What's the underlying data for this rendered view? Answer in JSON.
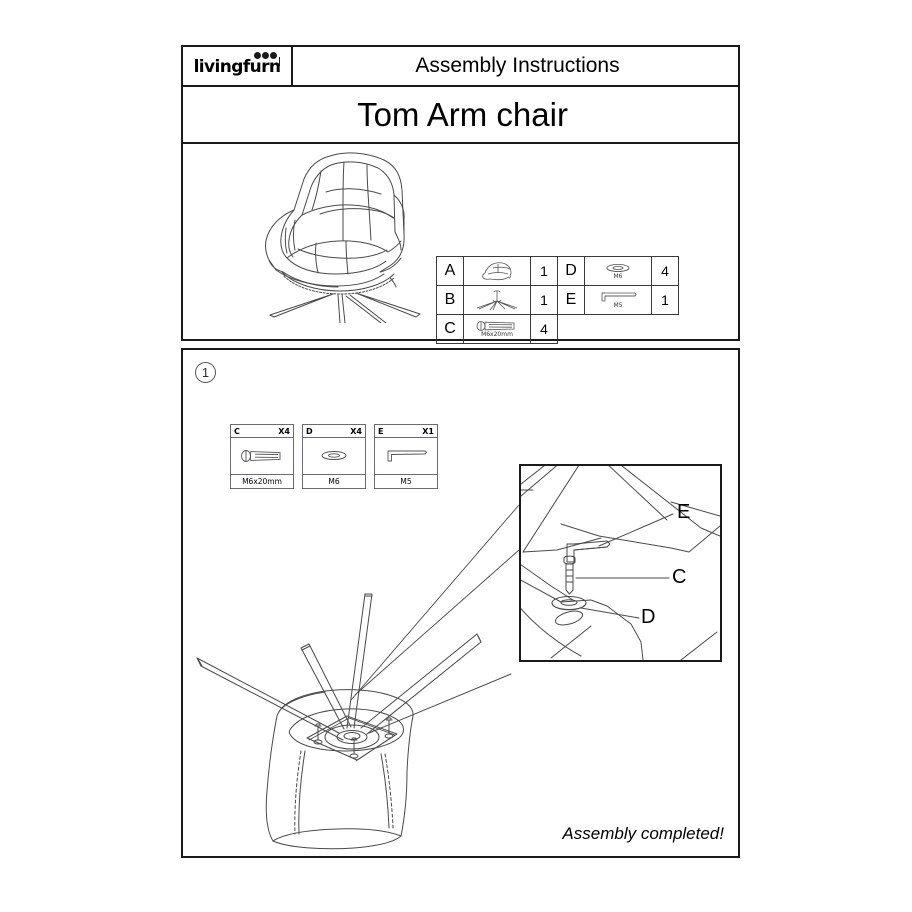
{
  "brand": {
    "logo_text": "livingfurn",
    "logo_icon": "three-dots-mark"
  },
  "header": {
    "title": "Assembly Instructions",
    "product_title": "Tom Arm chair"
  },
  "hero": {
    "illustration": "armchair-on-swivel-base-line-drawing"
  },
  "parts_table": {
    "rows": [
      {
        "key": "A",
        "figure": "armchair-seat-icon",
        "caption": "",
        "qty": "1"
      },
      {
        "key": "B",
        "figure": "four-star-base-icon",
        "caption": "",
        "qty": "1"
      },
      {
        "key": "C",
        "figure": "bolt-icon",
        "caption": "M6x20mm",
        "qty": "4"
      }
    ],
    "rows_right": [
      {
        "key": "D",
        "figure": "washer-icon",
        "caption": "M6",
        "qty": "4"
      },
      {
        "key": "E",
        "figure": "allen-key-icon",
        "caption": "M5",
        "qty": "1"
      }
    ]
  },
  "step": {
    "number": "1",
    "parts": [
      {
        "key": "C",
        "qty": "X4",
        "caption": "M6x20mm",
        "figure": "bolt-icon"
      },
      {
        "key": "D",
        "qty": "X4",
        "caption": "M6",
        "figure": "washer-icon"
      },
      {
        "key": "E",
        "qty": "X1",
        "caption": "M5",
        "figure": "allen-key-icon"
      }
    ],
    "callout": {
      "labels": [
        {
          "id": "E",
          "text": "E"
        },
        {
          "id": "C",
          "text": "C"
        },
        {
          "id": "D",
          "text": "D"
        }
      ],
      "illustration": "bolt-washer-allen-key-detail"
    },
    "illustration": "chair-upside-down-base-attach"
  },
  "footer": {
    "completed_text": "Assembly completed!"
  },
  "colors": {
    "ink": "#1a1a1a",
    "line": "#4a4a4a",
    "table_border": "#6a6a7a"
  }
}
